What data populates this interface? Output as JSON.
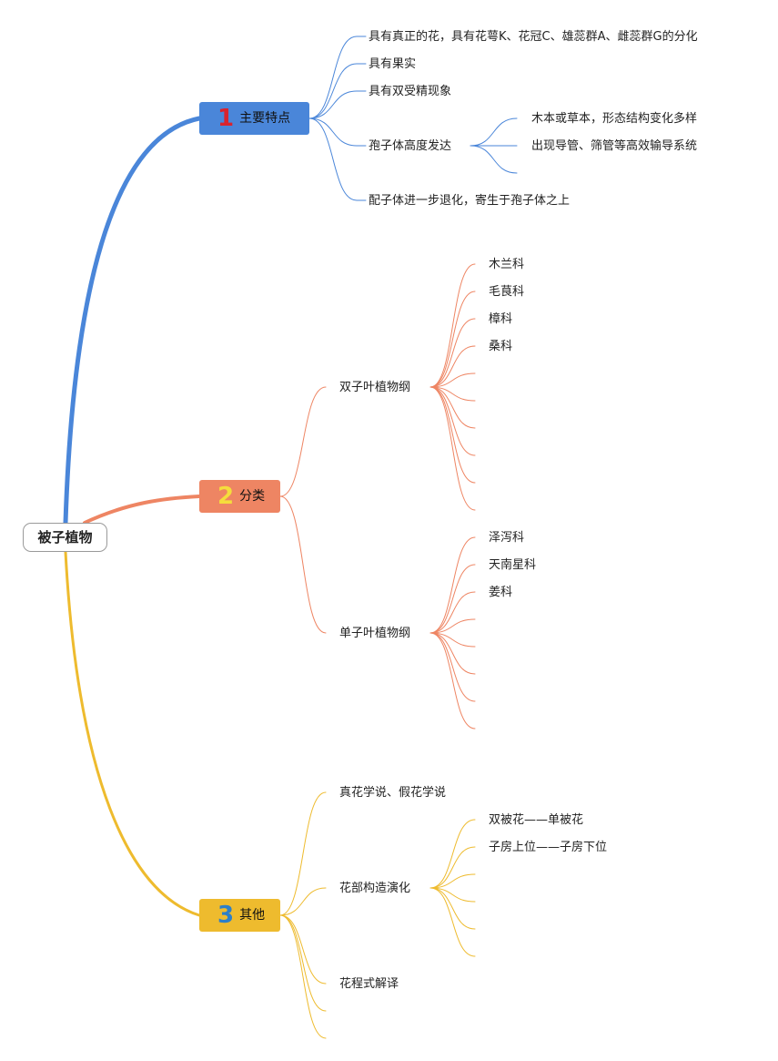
{
  "colors": {
    "branch1": "#4a86d9",
    "branch2": "#ee8563",
    "branch3": "#eebb2e",
    "badge1": "#d9232f",
    "badge2": "#f5dd3c",
    "badge3": "#2d7fc8"
  },
  "root": {
    "label": "被子植物"
  },
  "branches": [
    {
      "badge": "1",
      "label": "主要特点",
      "children": [
        {
          "label": "具有真正的花，具有花萼K、花冠C、雄蕊群A、雌蕊群G的分化"
        },
        {
          "label": "具有果实"
        },
        {
          "label": "具有双受精现象"
        },
        {
          "label": "孢子体高度发达",
          "children": [
            "木本或草本，形态结构变化多样",
            "出现导管、筛管等高效输导系统",
            ""
          ]
        },
        {
          "label": "配子体进一步退化，寄生于孢子体之上"
        }
      ]
    },
    {
      "badge": "2",
      "label": "分类",
      "children": [
        {
          "label": "双子叶植物纲",
          "children": [
            "木兰科",
            "毛茛科",
            "樟科",
            "桑科",
            "",
            "",
            "",
            "",
            "",
            ""
          ]
        },
        {
          "label": "单子叶植物纲",
          "children": [
            "泽泻科",
            "天南星科",
            "姜科",
            "",
            "",
            "",
            "",
            ""
          ]
        }
      ]
    },
    {
      "badge": "3",
      "label": "其他",
      "children": [
        {
          "label": "真花学说、假花学说"
        },
        {
          "label": "花部构造演化",
          "children": [
            "双被花——单被花",
            "子房上位——子房下位",
            "",
            "",
            "",
            ""
          ]
        },
        {
          "label": "花程式解译"
        },
        {
          "label": ""
        },
        {
          "label": ""
        }
      ]
    }
  ]
}
